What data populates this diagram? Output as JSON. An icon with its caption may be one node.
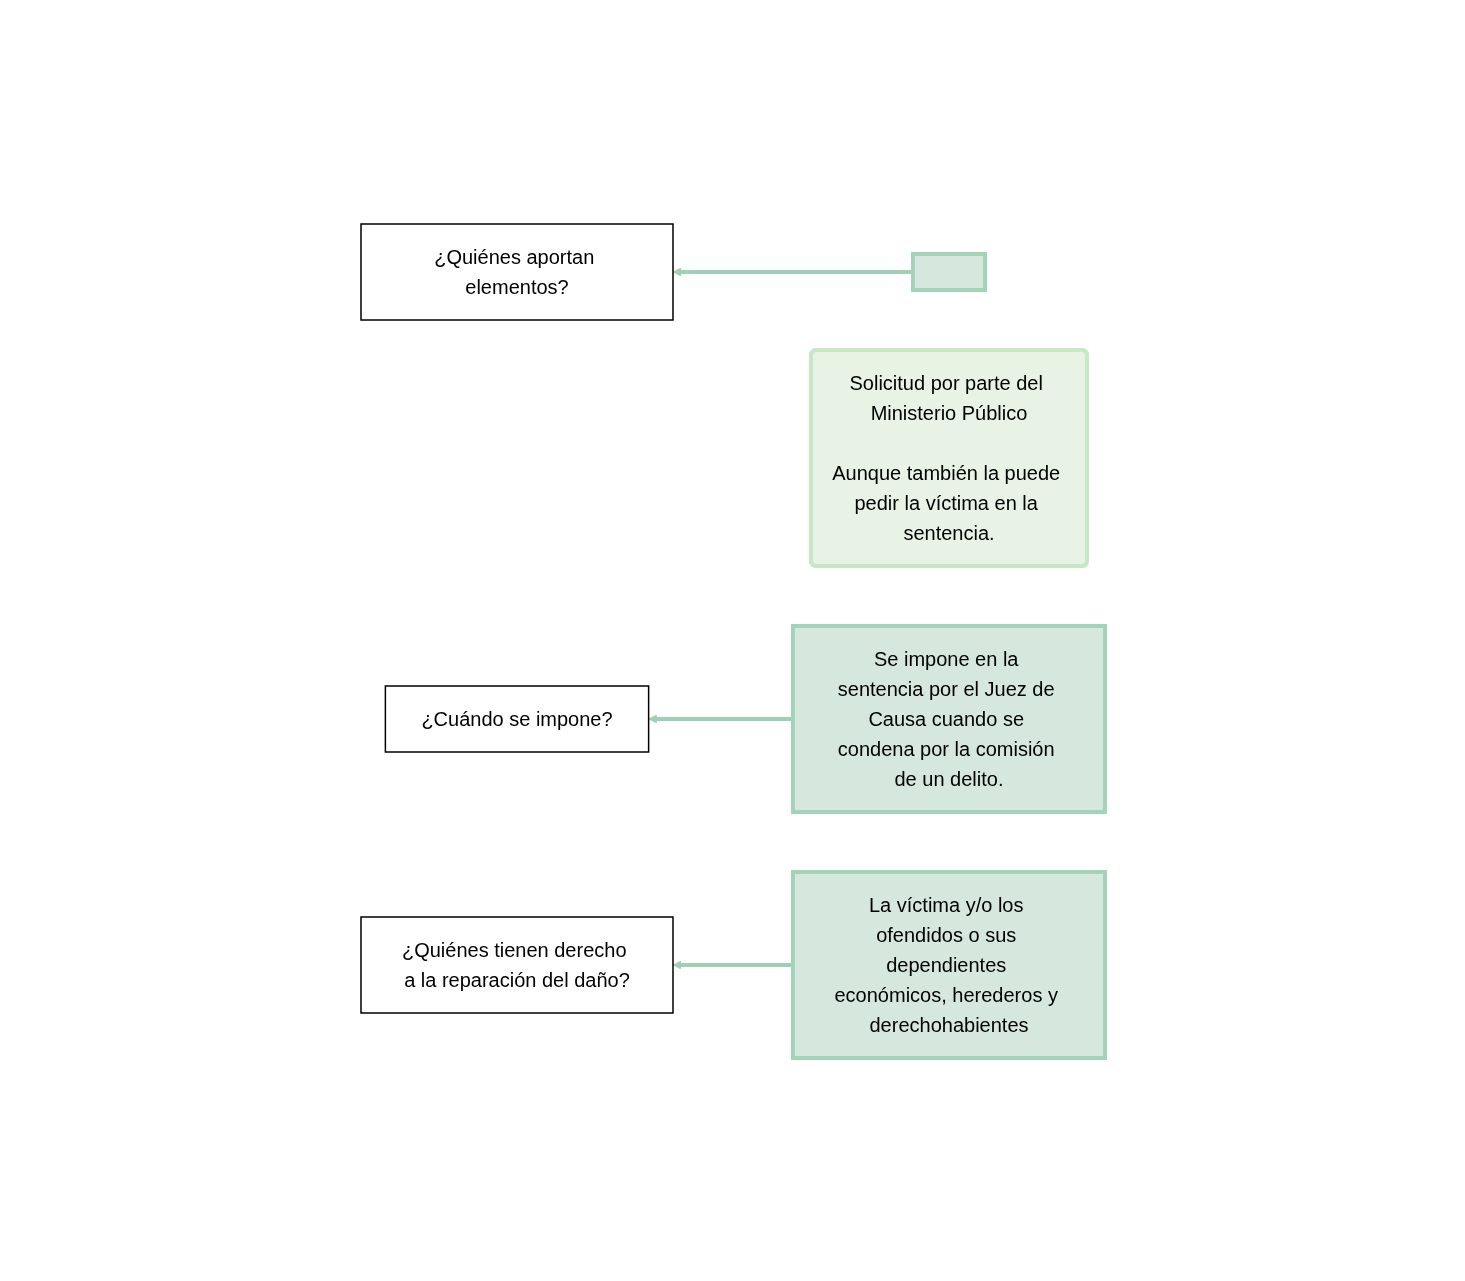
{
  "diagram": {
    "nodes": [
      {
        "text": [
          "¿Quiénes aportan elementos?"
        ]
      },
      {
        "text": [],
        "shape": "box"
      },
      {
        "text": [
          "Solicitud por parte del Ministerio Público",
          "Aunque también la puede pedir la víctima en la sentencia."
        ]
      },
      {
        "text": [
          "¿Cuándo se impone?"
        ]
      },
      {
        "text": [
          "Se impone en la sentencia por el Juez de Causa cuando se condena por la comisión de un delito."
        ]
      },
      {
        "text": [
          "¿Quiénes tienen derecho a la reparación del daño?"
        ]
      },
      {
        "text": [
          "La víctima y/o los ofendidos o sus dependientes económicos, herederos y derechohabientes"
        ]
      }
    ],
    "edges": [
      {
        "from": 1,
        "to": 0,
        "arrow": "to"
      },
      {
        "from": 4,
        "to": 3,
        "arrow": "to"
      },
      {
        "from": 6,
        "to": 5,
        "arrow": "to"
      }
    ]
  }
}
